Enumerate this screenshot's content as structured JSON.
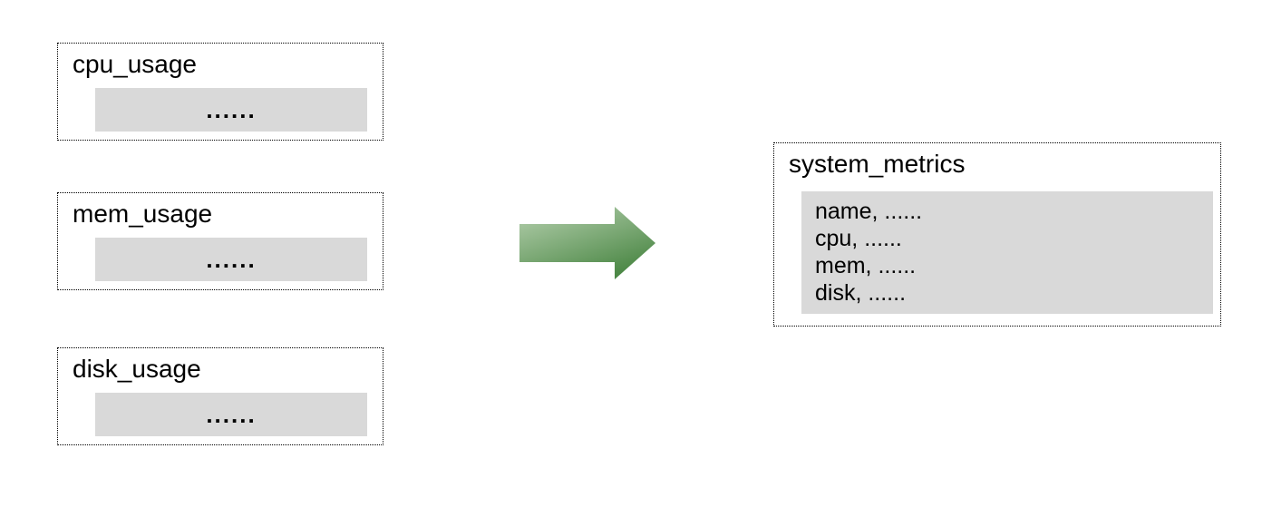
{
  "diagram": {
    "description": "three metric tables merged into one system_metrics table",
    "colors": {
      "box_fill": "#d9d9d9",
      "border": "#000000",
      "text": "#000000",
      "arrow_gradient_start": "#b7d1b0",
      "arrow_gradient_end": "#4c8846"
    },
    "source_tables": [
      {
        "title": "cpu_usage",
        "body": "......"
      },
      {
        "title": "mem_usage",
        "body": "......"
      },
      {
        "title": "disk_usage",
        "body": "......"
      }
    ],
    "arrow": {
      "direction": "right"
    },
    "result_table": {
      "title": "system_metrics",
      "rows": [
        "name, ......",
        "cpu, ......",
        "mem, ......",
        "disk, ......"
      ]
    }
  }
}
